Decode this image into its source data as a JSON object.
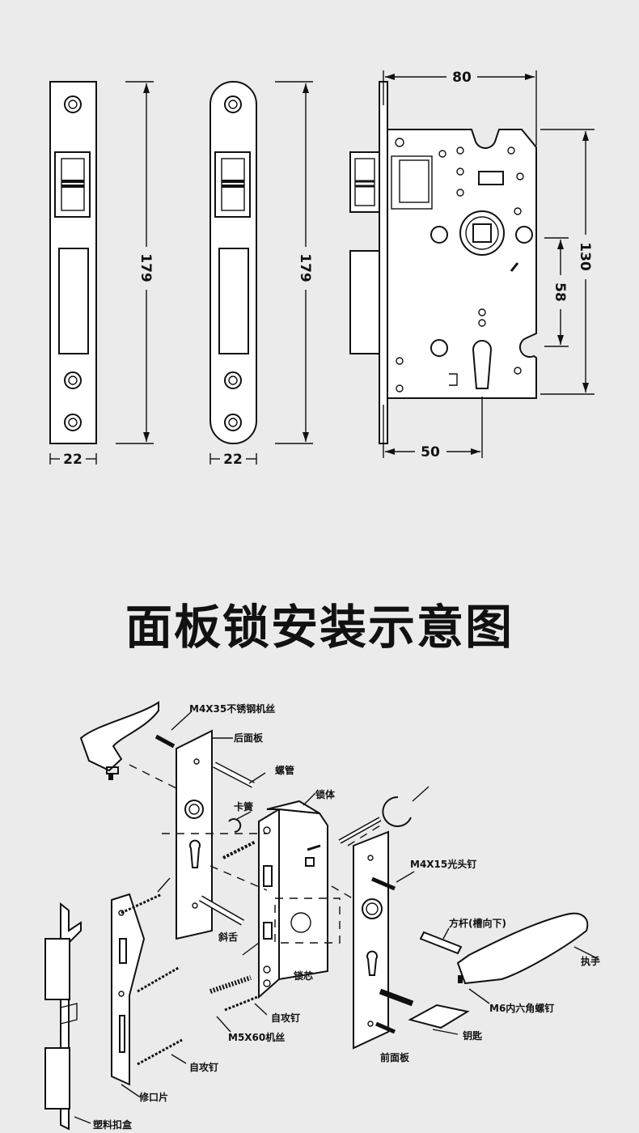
{
  "top_drawing": {
    "faceplate_square": {
      "width_label": "22",
      "height_label": "179"
    },
    "faceplate_round": {
      "width_label": "22",
      "height_label": "179"
    },
    "lock_body": {
      "width_label": "80",
      "height_label": "130",
      "handle_to_cylinder_label": "58",
      "backset_label": "50"
    }
  },
  "title": "面板锁安装示意图",
  "parts": {
    "machine_screw_top": "M4X35不锈钢机丝",
    "rear_panel": "后面板",
    "screw_tube": "螺管",
    "clip_spring": "卡簧",
    "lock_body": "锁体",
    "flat_screw": "M4X15光头钉",
    "square_spindle": "方杆(槽向下)",
    "handle": "执手",
    "hex_screw": "M6内六角螺钉",
    "latch": "斜舌",
    "cylinder": "锁芯",
    "self_tap_center": "自攻钉",
    "machine_screw_bottom": "M5X60机丝",
    "key": "钥匙",
    "front_panel": "前面板",
    "self_tap_left": "自攻钉",
    "strike_plate": "修口片",
    "plastic_box": "塑料扣盒"
  }
}
